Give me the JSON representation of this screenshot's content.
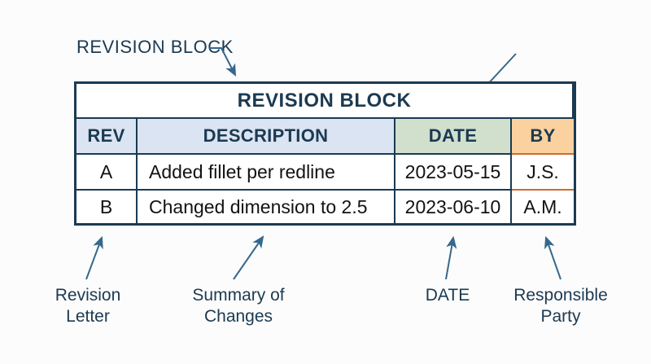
{
  "callout": {
    "label": "REVISION BLOCK"
  },
  "table": {
    "title": "REVISION BLOCK",
    "columns": [
      {
        "key": "rev",
        "label": "REV"
      },
      {
        "key": "description",
        "label": "DESCRIPTION"
      },
      {
        "key": "date",
        "label": "DATE"
      },
      {
        "key": "by",
        "label": "BY"
      }
    ],
    "rows": [
      {
        "rev": "A",
        "description": "Added fillet per redline",
        "date": "2023-05-15",
        "by": "J.S."
      },
      {
        "rev": "B",
        "description": "Changed dimension to 2.5",
        "date": "2023-06-10",
        "by": "A.M."
      }
    ]
  },
  "annotations": {
    "revision_letter": {
      "line1": "Revision",
      "line2": "Letter"
    },
    "summary_of_changes": {
      "line1": "Summary of",
      "line2": "Changes"
    },
    "date": {
      "line1": "DATE"
    },
    "responsible_party": {
      "line1": "Responsible",
      "line2": "Party"
    }
  },
  "colors": {
    "navy": "#1b3a52",
    "arrow_blue": "#35688c",
    "header_blue": "#dbe4f2",
    "header_green": "#d1dfcd",
    "header_orange": "#fbd19f",
    "orange_divider": "#d06a2c",
    "body_text": "#121212",
    "background": "#fcfcfc"
  }
}
